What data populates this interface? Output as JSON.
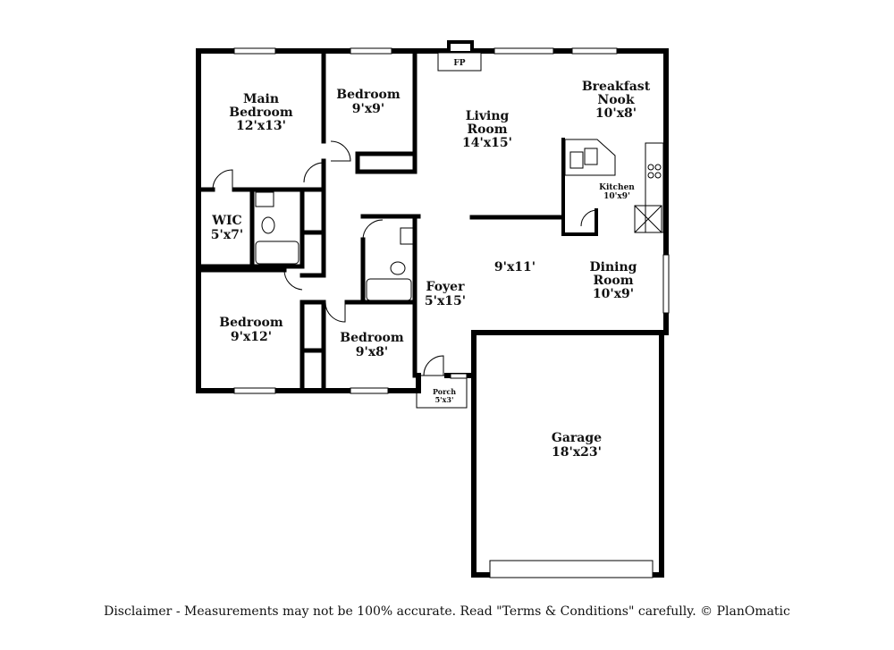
{
  "rooms": {
    "main_bedroom": {
      "name_1": "Main",
      "name_2": "Bedroom",
      "size": "12'x13'"
    },
    "bedroom_top": {
      "name": "Bedroom",
      "size": "9'x9'"
    },
    "living_room": {
      "name_1": "Living",
      "name_2": "Room",
      "size": "14'x15'"
    },
    "breakfast_nook": {
      "name_1": "Breakfast",
      "name_2": "Nook",
      "size": "10'x8'"
    },
    "kitchen": {
      "name": "Kitchen",
      "size": "10'x9'"
    },
    "wic": {
      "name": "WIC",
      "size": "5'x7'"
    },
    "hall": {
      "size": "9'x11'"
    },
    "dining_room": {
      "name_1": "Dining",
      "name_2": "Room",
      "size": "10'x9'"
    },
    "foyer": {
      "name": "Foyer",
      "size": "5'x15'"
    },
    "bedroom_left": {
      "name": "Bedroom",
      "size": "9'x12'"
    },
    "bedroom_mid": {
      "name": "Bedroom",
      "size": "9'x8'"
    },
    "porch": {
      "name": "Porch",
      "size": "5'x3'"
    },
    "garage": {
      "name": "Garage",
      "size": "18'x23'"
    },
    "fireplace": {
      "label": "FP"
    }
  },
  "disclaimer": "Disclaimer - Measurements may not be 100% accurate. Read \"Terms & Conditions\" carefully. © PlanOmatic"
}
